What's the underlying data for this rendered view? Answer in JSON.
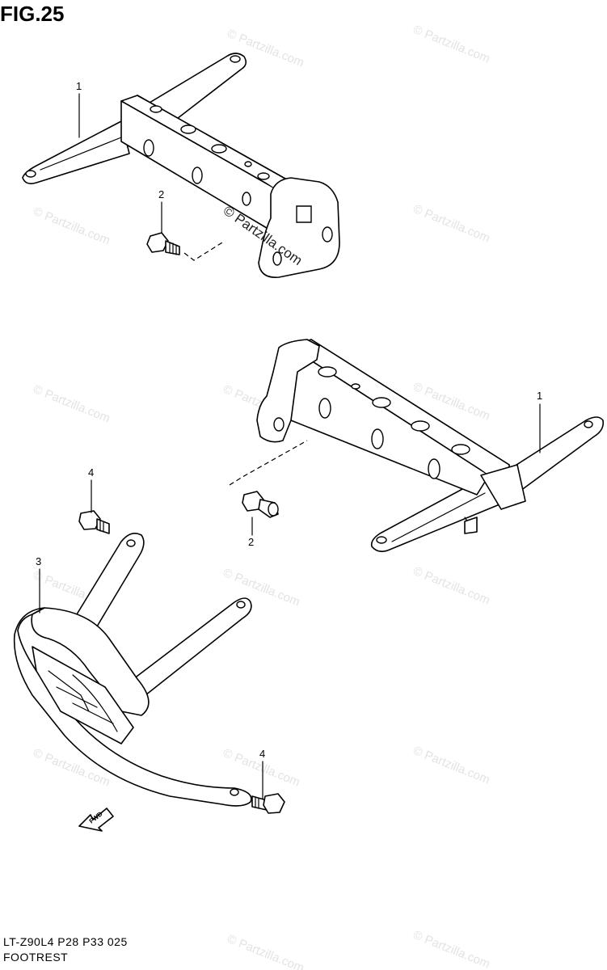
{
  "figure": {
    "title": "FIG.25",
    "code": "LT-Z90L4  P28  P33  025",
    "name": "FOOTREST"
  },
  "watermark": {
    "text": "© Partzilla.com",
    "center_text": "© Partzilla.com"
  },
  "callouts": {
    "upper_bracket": "1",
    "upper_bolt": "2",
    "lower_bracket": "1",
    "lower_bolt": "2",
    "guard": "3",
    "guard_bolt_top": "4",
    "guard_bolt_bottom": "4"
  },
  "direction_arrow": {
    "label": "FWD"
  }
}
